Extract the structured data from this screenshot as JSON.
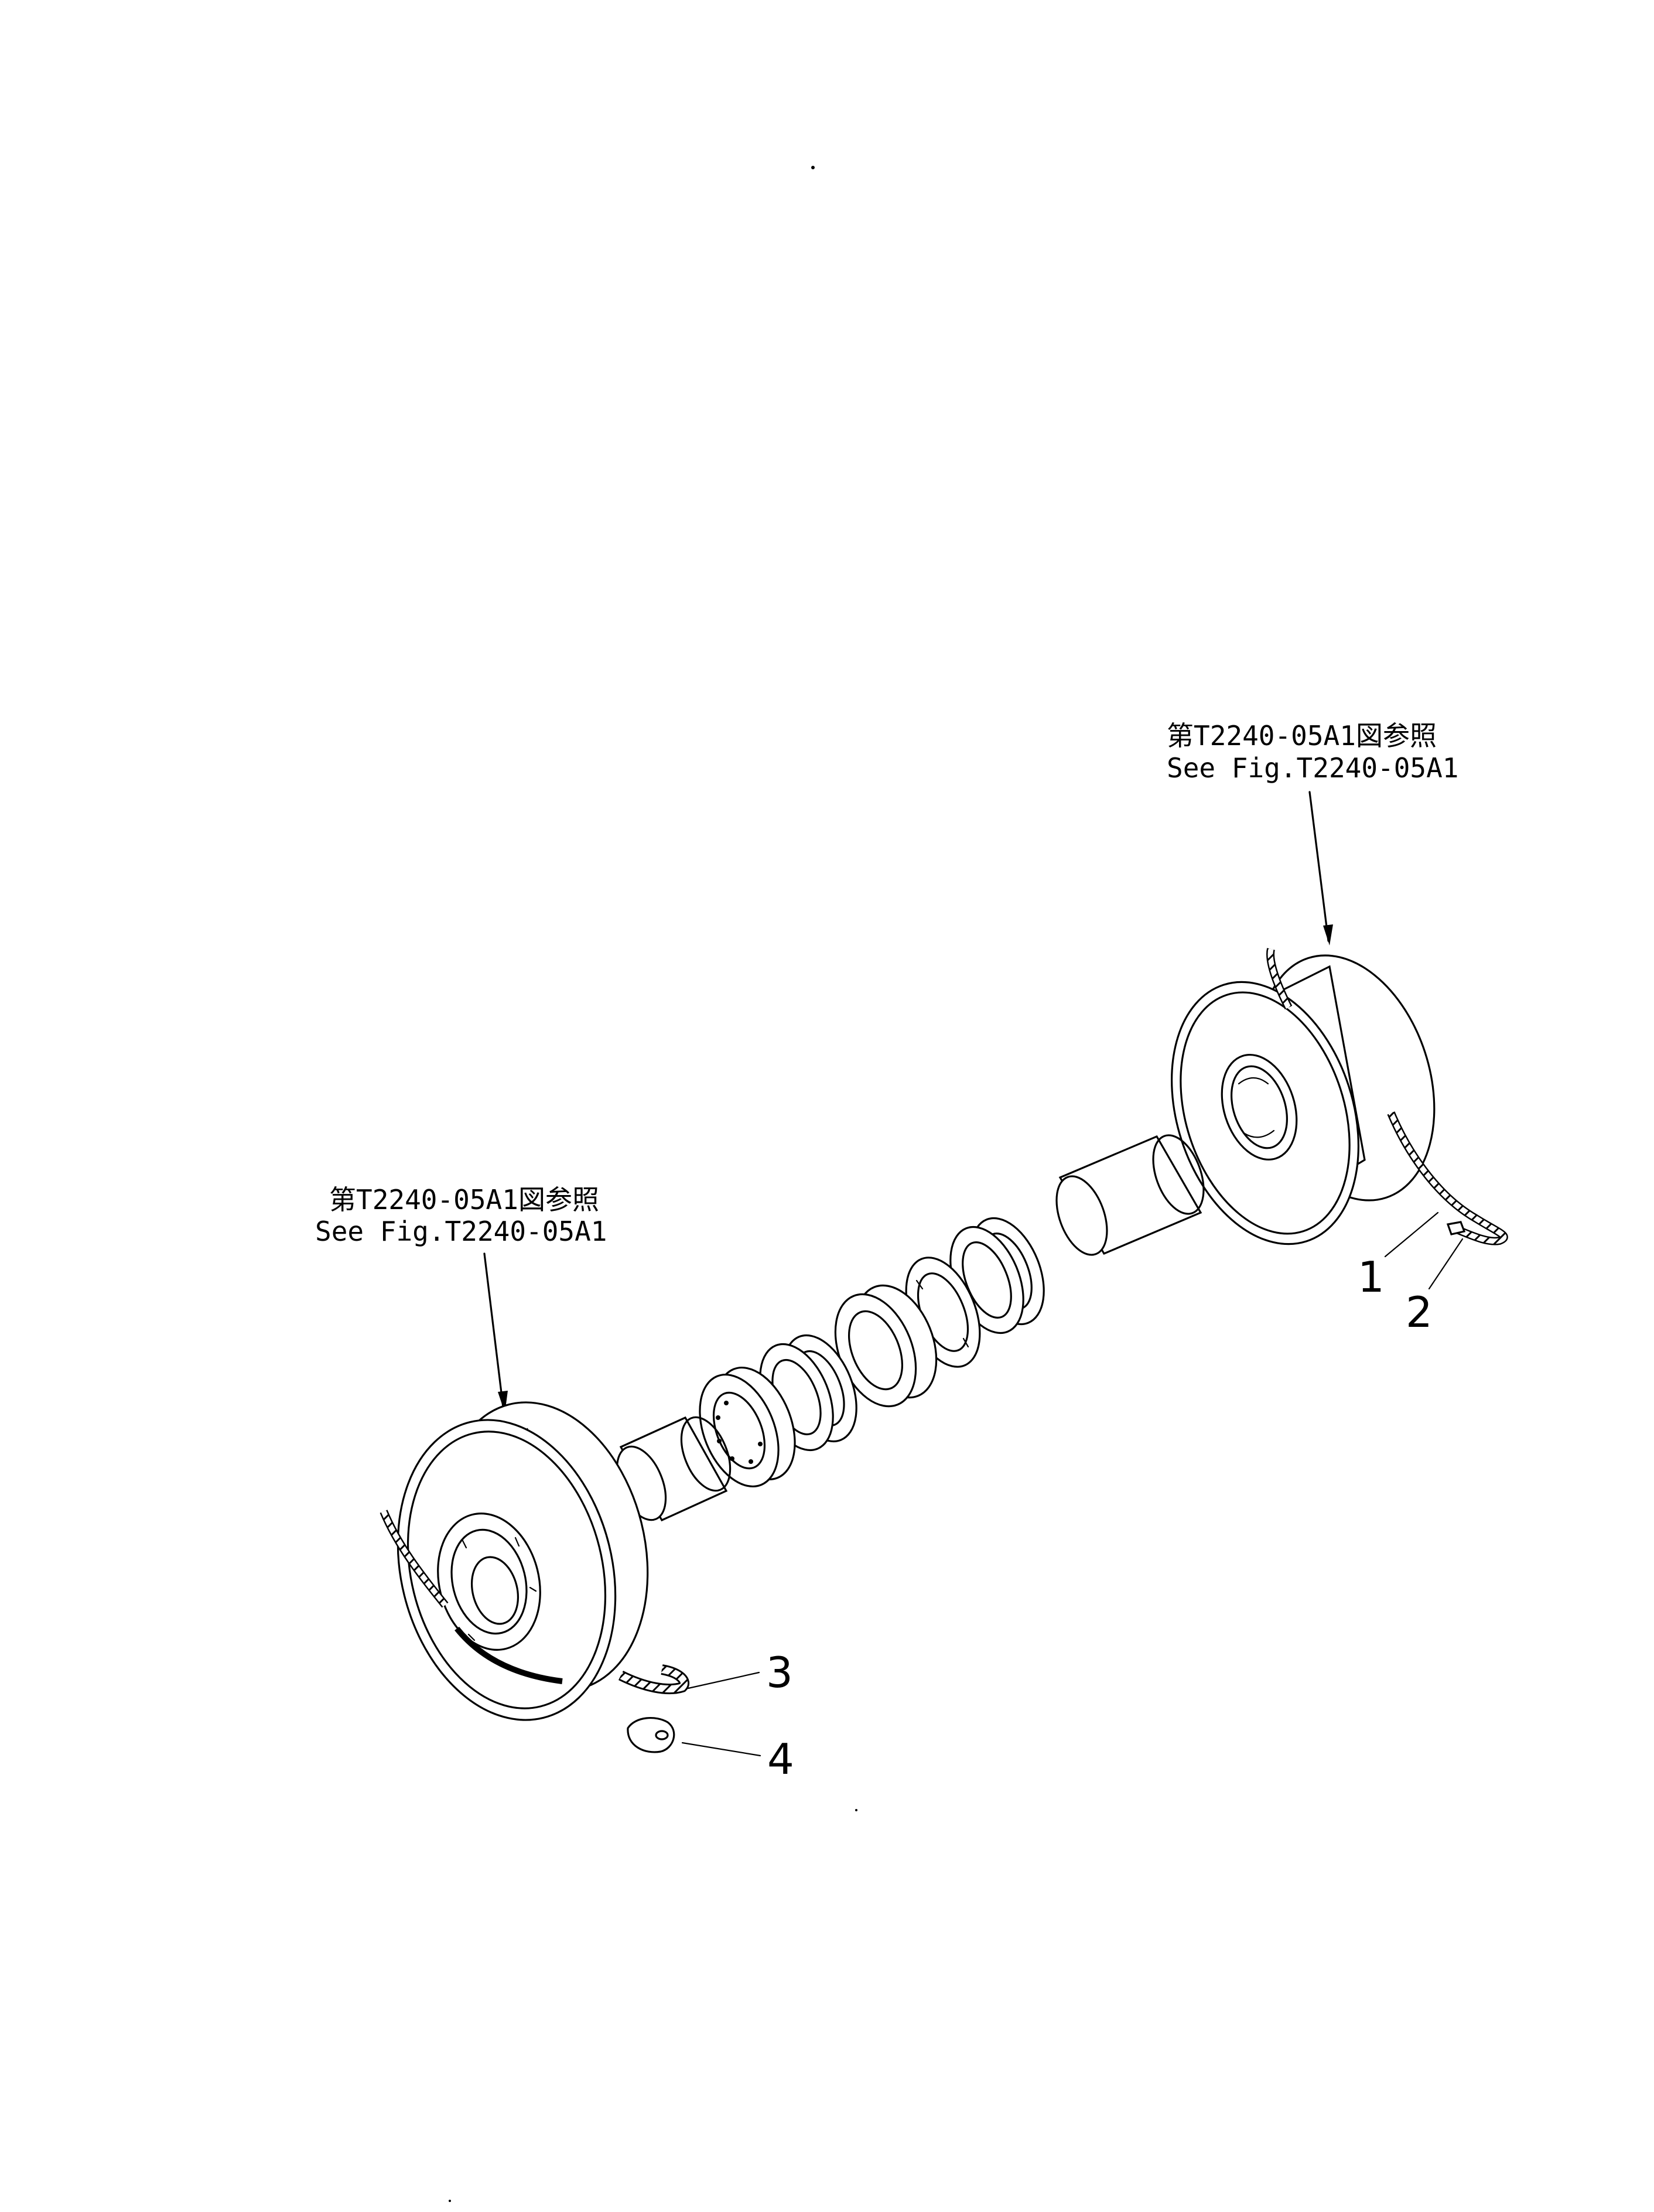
{
  "references": {
    "right": {
      "jp": "第T2240-05A1図参照",
      "en": "See Fig.T2240-05A1"
    },
    "left": {
      "jp": "第T2240-05A1図参照",
      "en": "See Fig.T2240-05A1"
    }
  },
  "callouts": [
    {
      "label": "1",
      "part": "wire"
    },
    {
      "label": "2",
      "part": "lock-tab"
    },
    {
      "label": "3",
      "part": "wire"
    },
    {
      "label": "4",
      "part": "lock-tab"
    }
  ]
}
